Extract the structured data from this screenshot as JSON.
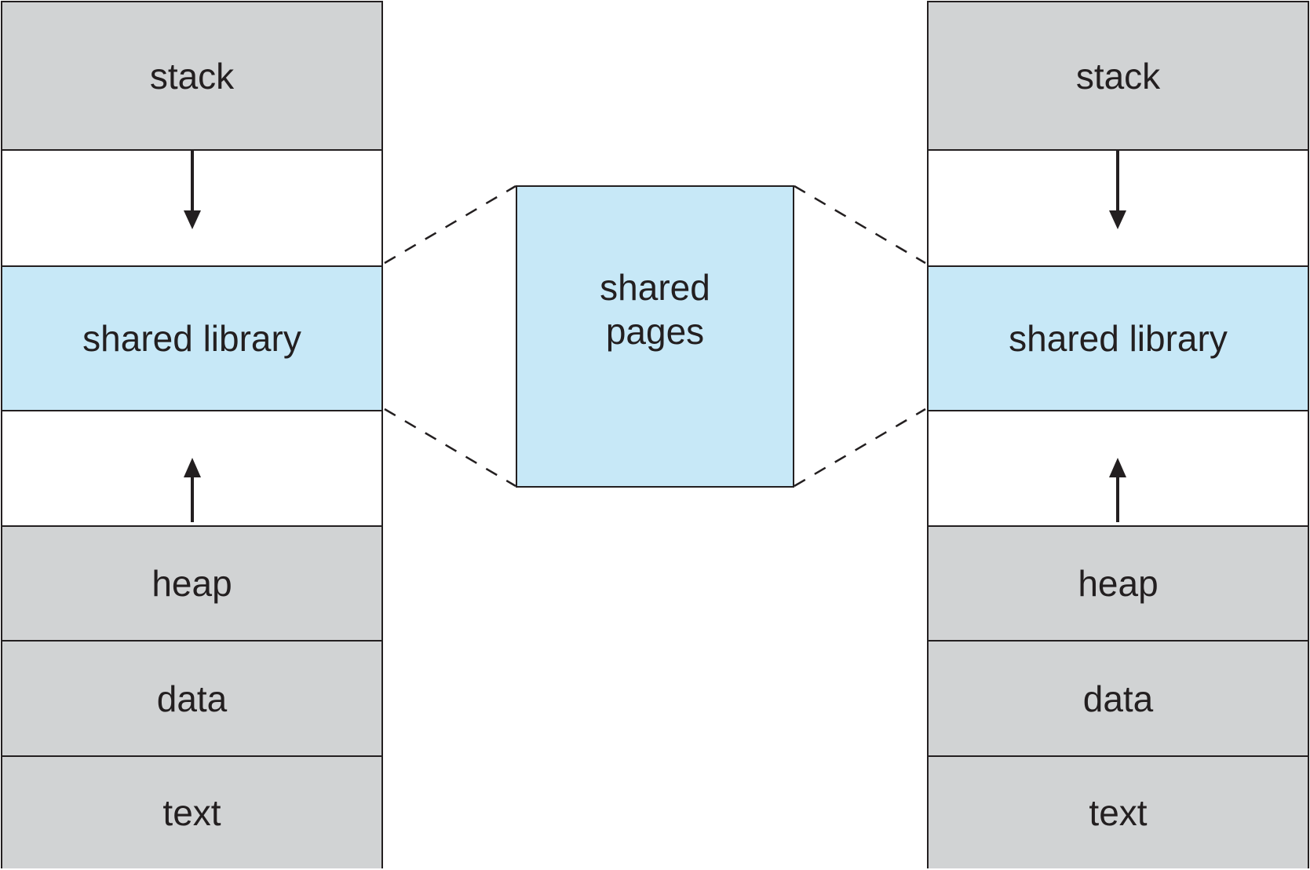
{
  "left_process": {
    "segments": {
      "stack": "stack",
      "shared_library": "shared library",
      "heap": "heap",
      "data": "data",
      "text": "text"
    }
  },
  "right_process": {
    "segments": {
      "stack": "stack",
      "shared_library": "shared library",
      "heap": "heap",
      "data": "data",
      "text": "text"
    }
  },
  "shared_memory": {
    "label": "shared\npages"
  },
  "colors": {
    "private_segment": "#d1d3d4",
    "shared_segment": "#c7e8f7",
    "outline": "#231f20"
  }
}
